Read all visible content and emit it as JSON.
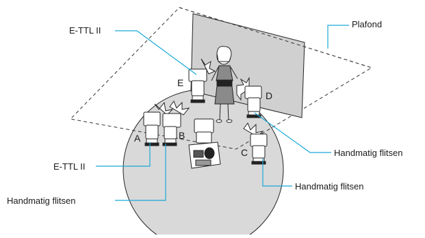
{
  "callouts": {
    "ceiling": "Plafond",
    "ettl_top": "E-TTL II",
    "ettl_bottom": "E-TTL II",
    "manual_bottom_left": "Handmatig flitsen",
    "manual_d": "Handmatig flitsen",
    "manual_c": "Handmatig flitsen"
  },
  "flash_letters": {
    "a": "A",
    "b": "B",
    "c": "C",
    "d": "D",
    "e": "E"
  },
  "colors": {
    "callout_line": "#19a9d8",
    "floor": "#d9d9d9",
    "wall": "#d0d0d0"
  }
}
